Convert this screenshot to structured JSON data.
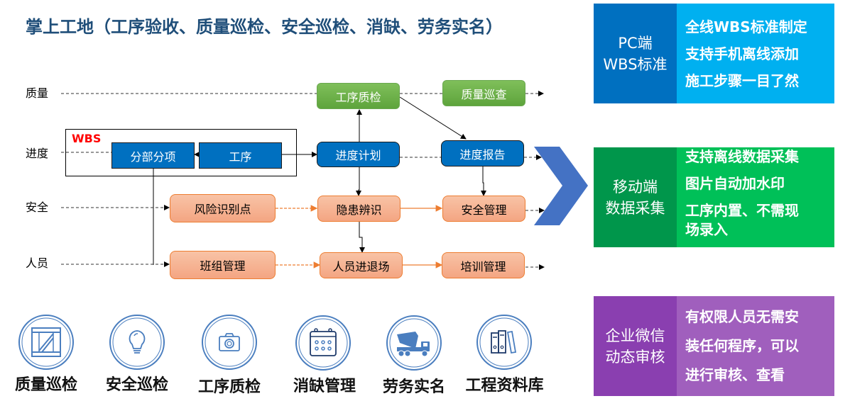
{
  "title": "掌上工地（工序验收、质量巡检、安全巡检、消缺、劳务实名）",
  "rows": {
    "quality": "质量",
    "progress": "进度",
    "safety": "安全",
    "personnel": "人员"
  },
  "wbs_label": "WBS",
  "nodes": {
    "fenbu": "分部分项",
    "gongxu": "工序",
    "gongxu_zhijian": "工序质检",
    "zhiliang_xuncha": "质量巡查",
    "jindu_jihua": "进度计划",
    "jindu_baogao": "进度报告",
    "fengxian": "风险识别点",
    "yinhuan": "隐患辨识",
    "anquan_guanli": "安全管理",
    "banzu": "班组管理",
    "renyuan_jintui": "人员进退场",
    "peixun": "培训管理"
  },
  "panels": [
    {
      "title_lines": [
        "PC端",
        "WBS标准"
      ],
      "lines": [
        "全线WBS标准制定",
        "支持手机离线添加",
        "施工步骤一目了然"
      ],
      "left_color": "#0070c0",
      "right_color": "#00b0f0"
    },
    {
      "title_lines": [
        "移动端",
        "数据采集"
      ],
      "lines": [
        "支持离线数据采集",
        "图片自动加水印",
        "工序内置、不需现",
        "场录入"
      ],
      "left_color": "#00964b",
      "right_color": "#00c058"
    },
    {
      "title_lines": [
        "企业微信",
        "动态审核"
      ],
      "lines": [
        "有权限人员无需安",
        "装任何程序，可以",
        "进行审核、查看"
      ],
      "left_color": "#8a3fb0",
      "right_color": "#a05fbd"
    }
  ],
  "features": [
    {
      "label": "质量巡检",
      "icon": "crate-icon"
    },
    {
      "label": "安全巡检",
      "icon": "lightbulb-icon"
    },
    {
      "label": "工序质检",
      "icon": "camera-icon"
    },
    {
      "label": "消缺管理",
      "icon": "calendar-icon"
    },
    {
      "label": "劳务实名",
      "icon": "mixer-truck-icon"
    },
    {
      "label": "工程资料库",
      "icon": "binders-icon"
    }
  ],
  "colors": {
    "title": "#1f4e79",
    "icon_stroke": "#4a7ebf",
    "chevron": "#4472c4",
    "orange_line": "#ed7d31"
  }
}
